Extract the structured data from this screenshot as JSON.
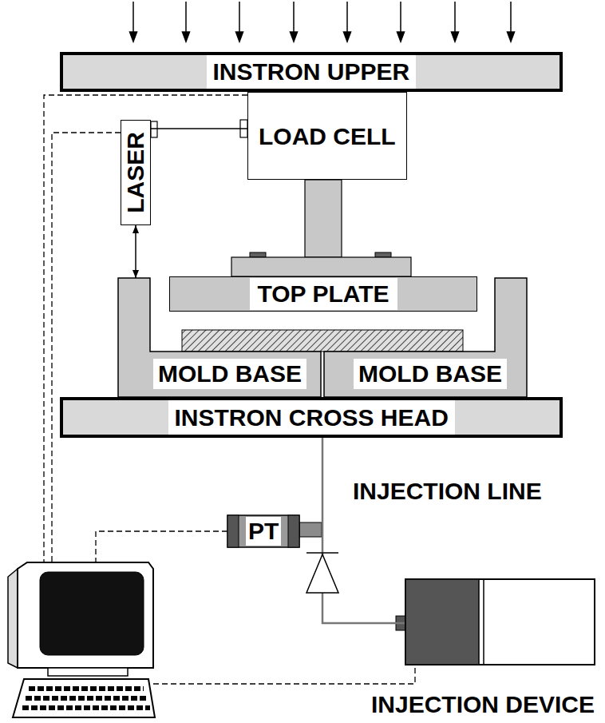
{
  "diagram": {
    "nodes": [
      {
        "text": [
          "INSTRON UPPER"
        ]
      },
      {
        "text": [
          "LOAD CELL"
        ]
      },
      {
        "text": [
          "LASER"
        ]
      },
      {
        "text": [
          "TOP PLATE"
        ]
      },
      {
        "text": [
          "MOLD BASE"
        ]
      },
      {
        "text": [
          "MOLD BASE"
        ]
      },
      {
        "text": [
          "INSTRON CROSS HEAD"
        ]
      },
      {
        "text": [
          "PT"
        ]
      },
      {
        "text": [
          "INJECTION DEVICE"
        ]
      }
    ],
    "edges": [
      {
        "from": 2,
        "to": 1,
        "arrow": "none"
      },
      {
        "from": 2,
        "to": 4,
        "arrow": "both"
      },
      {
        "from": 8,
        "to": 6,
        "arrow": "none"
      }
    ],
    "labels": [
      "INJECTION LINE"
    ]
  }
}
